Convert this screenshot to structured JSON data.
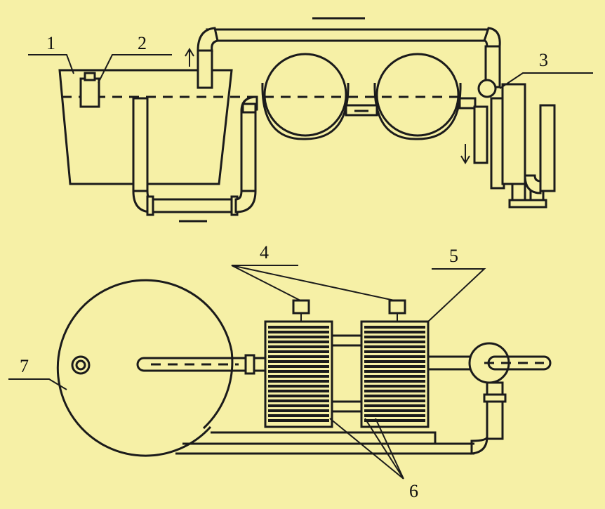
{
  "labels": {
    "l1": "1",
    "l2": "2",
    "l3": "3",
    "l4": "4",
    "l5": "5",
    "l6": "6",
    "l7": "7"
  },
  "colors": {
    "background": "#f6f0a6",
    "ink": "#1b1b1b"
  }
}
